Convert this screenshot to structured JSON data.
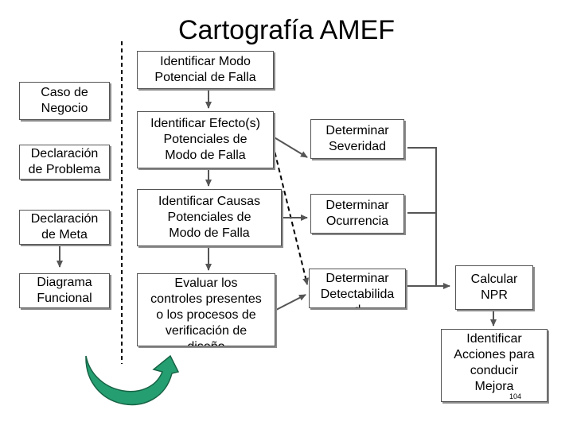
{
  "title": "Cartografía AMEF",
  "colors": {
    "arrow": "#555555",
    "curved_arrow": "#1a9a6a",
    "box_border": "#555555"
  },
  "boxes": {
    "caso_negocio": "Caso de\nNegocio",
    "declaracion_problema": "Declaración\nde Problema",
    "declaracion_meta": "Declaración\nde Meta",
    "diagrama_funcional": "Diagrama\nFuncional",
    "identificar_modo": "Identificar Modo\nPotencial de Falla",
    "identificar_efecto": "Identificar Efecto(s)\nPotenciales de\nModo de Falla",
    "identificar_causas": "Identificar Causas\nPotenciales de\nModo de Falla",
    "evaluar_controles": "Evaluar los\ncontroles presentes\no los procesos de\nverificación de\ndiseño",
    "determinar_severidad": "Determinar\nSeveridad",
    "determinar_ocurrencia": "Determinar\nOcurrencia",
    "determinar_detectabilidad": "Determinar\nDetectabilida\nd",
    "calcular_npr": "Calcular\nNPR",
    "identificar_acciones": "Identificar\nAcciones para\nconducir\nMejora"
  },
  "slide_number": "104"
}
